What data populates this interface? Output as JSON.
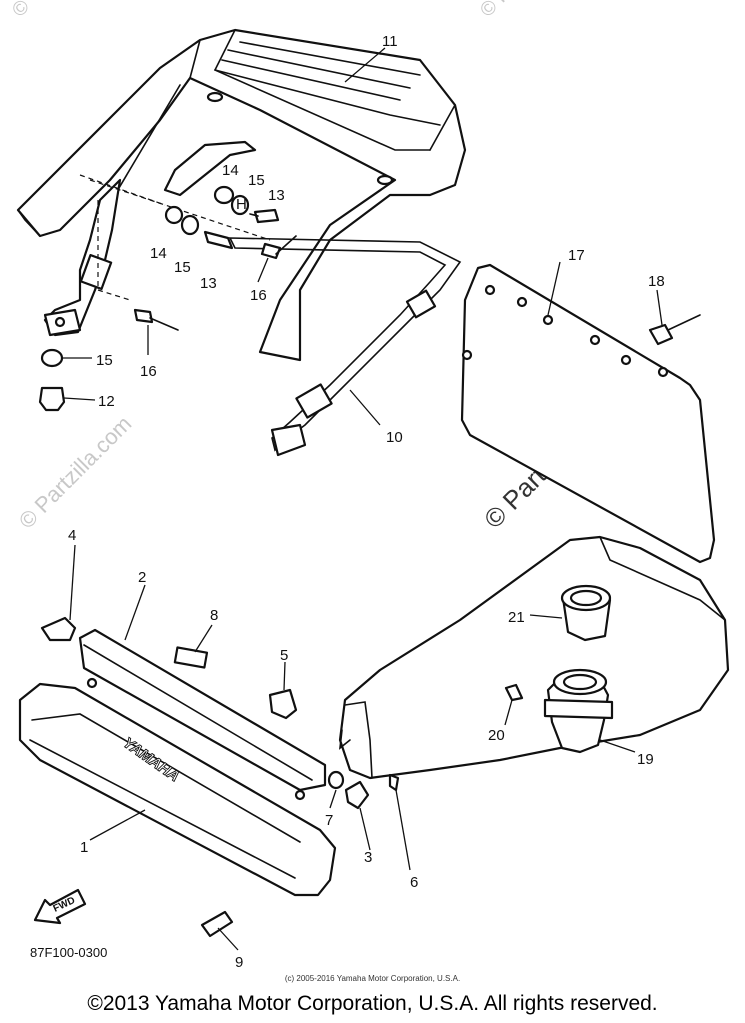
{
  "watermarks": [
    "© Partzilla.com",
    "© Partzilla.com",
    "© Partzilla.com",
    "©"
  ],
  "brand_text": "YAMAHA",
  "fwd_label": "FWD",
  "diagram_code": "87F100-0300",
  "small_copyright": "(c) 2005-2016 Yamaha Motor Corporation, U.S.A.",
  "copyright": "©2013 Yamaha Motor Corporation, U.S.A. All rights reserved.",
  "callouts": {
    "c1": "1",
    "c2": "2",
    "c3": "3",
    "c4": "4",
    "c5": "5",
    "c6": "6",
    "c7": "7",
    "c8": "8",
    "c9": "9",
    "c10": "10",
    "c11": "11",
    "c12": "12",
    "c13a": "13",
    "c13b": "13",
    "c14a": "14",
    "c14b": "14",
    "c15a": "15",
    "c15b": "15",
    "c15c": "15",
    "c16a": "16",
    "c16b": "16",
    "c17": "17",
    "c18": "18",
    "c19": "19",
    "c20": "20",
    "c21": "21"
  }
}
